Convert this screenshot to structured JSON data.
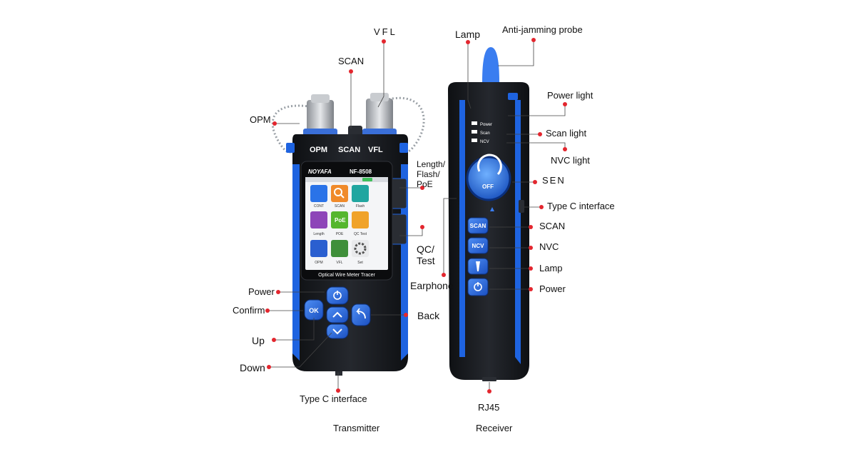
{
  "device": {
    "brand": "NOYAFA",
    "model": "NF-8508",
    "top_port_labels": [
      "OPM",
      "SCAN",
      "VFL"
    ],
    "screen_title": "Optical Wire Meter Tracer",
    "screen_apps": [
      "CONT",
      "SCAN",
      "Flash",
      "Length",
      "POE",
      "QC Test",
      "OPM",
      "VFL",
      "Set"
    ],
    "poe_icon_text": "PoE",
    "ok_key": "OK",
    "receiver_leds": [
      "Power",
      "Scan",
      "NCV"
    ],
    "receiver_knob": "OFF",
    "receiver_buttons": [
      "SCAN",
      "NCV"
    ]
  },
  "callouts": {
    "vfl": "VFL",
    "scan_top": "SCAN",
    "opm": "OPM",
    "length_flash_poe": "Length/\nFlash/\nPoE",
    "qc_test": "QC/\nTest",
    "power_tx": "Power",
    "confirm": "Confirm",
    "up": "Up",
    "down": "Down",
    "back": "Back",
    "type_c_tx": "Type C interface",
    "lamp_top": "Lamp",
    "anti_jamming": "Anti-jamming probe",
    "power_light": "Power light",
    "scan_light": "Scan light",
    "nvc_light": "NVC light",
    "sen": "SEN",
    "type_c_rx": "Type C interface",
    "scan_rx": "SCAN",
    "nvc": "NVC",
    "lamp_rx": "Lamp",
    "power_rx": "Power",
    "earphone": "Earphone",
    "rj45": "RJ45"
  },
  "captions": {
    "transmitter": "Transmitter",
    "receiver": "Receiver"
  },
  "colors": {
    "accent_blue": "#1e63e0",
    "body_black": "#17191d",
    "callout_red": "#e3262e"
  }
}
